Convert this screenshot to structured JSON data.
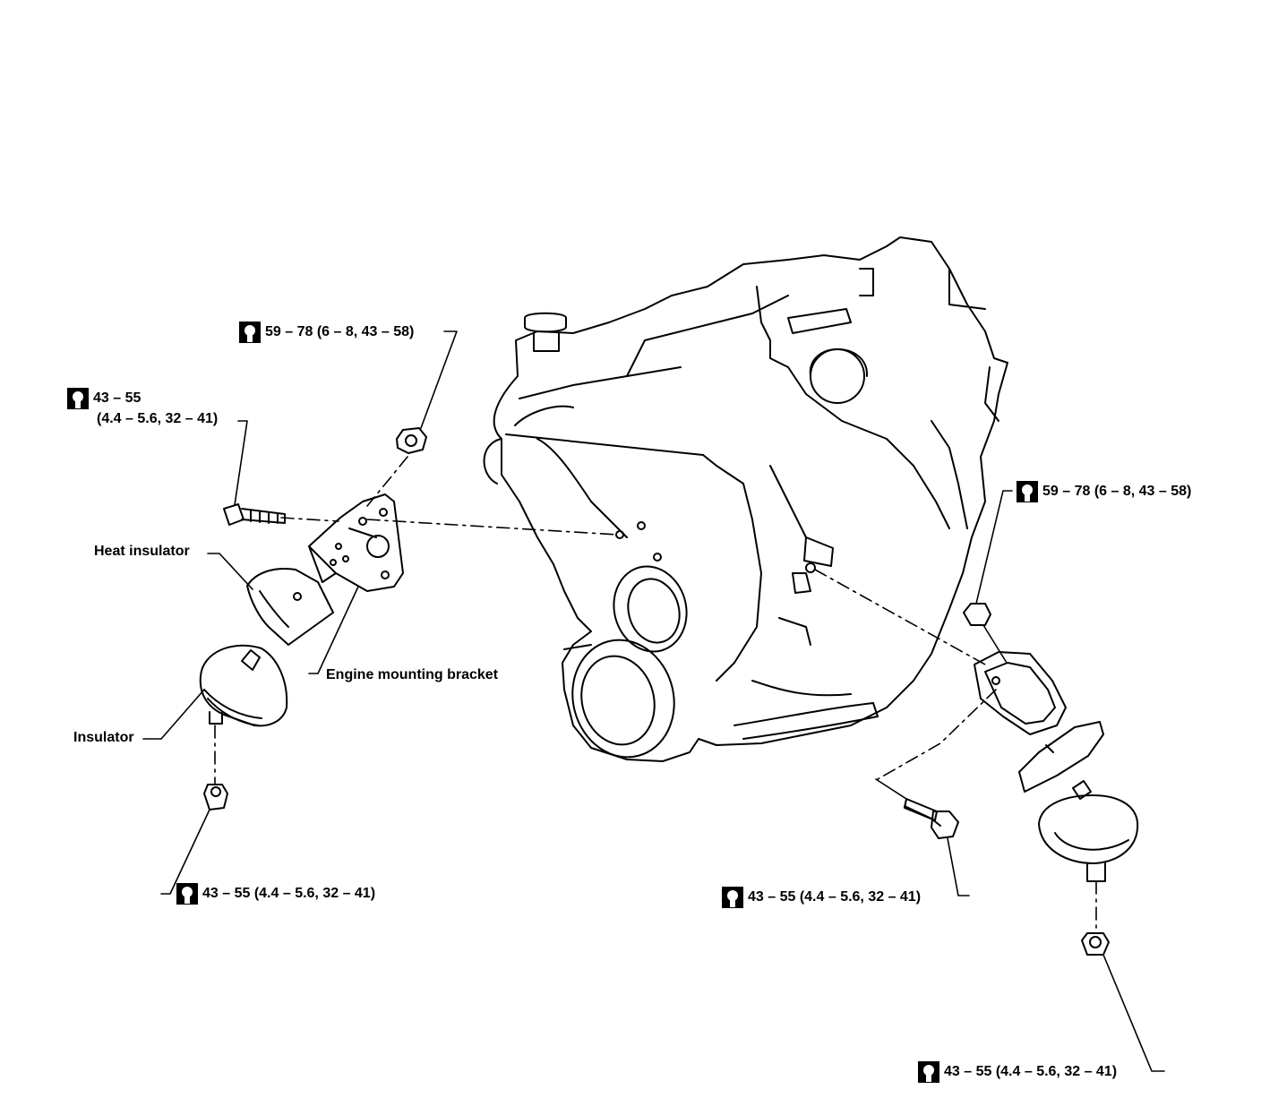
{
  "labels": {
    "heat_insulator": "Heat insulator",
    "engine_mounting_bracket": "Engine mounting bracket",
    "insulator": "Insulator"
  },
  "torques": {
    "top_nut": "59 – 78 (6 – 8, 43 – 58)",
    "left_bolt_line1": "43 – 55",
    "left_bolt_line2": "(4.4 – 5.6, 32 – 41)",
    "left_lower_nut": "43 – 55 (4.4 – 5.6, 32 – 41)",
    "right_nut": "59 – 78 (6 – 8, 43 – 58)",
    "right_bolt": "43 – 55 (4.4 – 5.6, 32 – 41)",
    "right_lower_nut": "43 – 55 (4.4 – 5.6, 32 – 41)"
  },
  "icons": {
    "torque": "torque-wrench-icon"
  },
  "colors": {
    "ink": "#000000",
    "paper": "#ffffff"
  }
}
